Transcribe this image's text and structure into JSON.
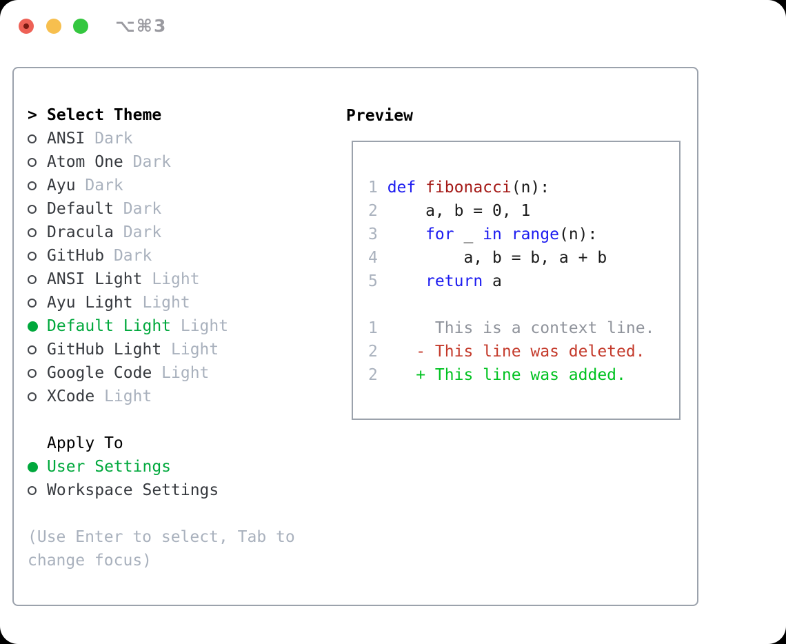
{
  "window": {
    "title": "⌥⌘3",
    "traffic_lights": [
      "close",
      "minimize",
      "zoom"
    ]
  },
  "theme_picker": {
    "header_prefix": ">",
    "header": "Select Theme",
    "items": [
      {
        "name": "ANSI",
        "variant": "Dark",
        "selected": false
      },
      {
        "name": "Atom One",
        "variant": "Dark",
        "selected": false
      },
      {
        "name": "Ayu",
        "variant": "Dark",
        "selected": false
      },
      {
        "name": "Default",
        "variant": "Dark",
        "selected": false
      },
      {
        "name": "Dracula",
        "variant": "Dark",
        "selected": false
      },
      {
        "name": "GitHub",
        "variant": "Dark",
        "selected": false
      },
      {
        "name": "ANSI Light",
        "variant": "Light",
        "selected": false
      },
      {
        "name": "Ayu Light",
        "variant": "Light",
        "selected": false
      },
      {
        "name": "Default Light",
        "variant": "Light",
        "selected": true
      },
      {
        "name": "GitHub Light",
        "variant": "Light",
        "selected": false
      },
      {
        "name": "Google Code",
        "variant": "Light",
        "selected": false
      },
      {
        "name": "XCode",
        "variant": "Light",
        "selected": false
      }
    ]
  },
  "apply_to": {
    "header": "Apply To",
    "options": [
      {
        "label": "User Settings",
        "selected": true
      },
      {
        "label": "Workspace Settings",
        "selected": false
      }
    ]
  },
  "hint": "(Use Enter to select, Tab to\nchange focus)",
  "preview": {
    "header": "Preview",
    "code_lines": [
      {
        "num": "1",
        "segments": [
          {
            "t": "def",
            "c": "kw"
          },
          {
            "t": " ",
            "c": "plain"
          },
          {
            "t": "fibonacci",
            "c": "fn"
          },
          {
            "t": "(n):",
            "c": "plain"
          }
        ]
      },
      {
        "num": "2",
        "segments": [
          {
            "t": "    a, b = 0, 1",
            "c": "plain"
          }
        ]
      },
      {
        "num": "3",
        "segments": [
          {
            "t": "    ",
            "c": "plain"
          },
          {
            "t": "for",
            "c": "kw"
          },
          {
            "t": " _ ",
            "c": "plain"
          },
          {
            "t": "in",
            "c": "kw"
          },
          {
            "t": " ",
            "c": "plain"
          },
          {
            "t": "range",
            "c": "kw"
          },
          {
            "t": "(n):",
            "c": "plain"
          }
        ]
      },
      {
        "num": "4",
        "segments": [
          {
            "t": "        a, b = b, a + b",
            "c": "plain"
          }
        ]
      },
      {
        "num": "5",
        "segments": [
          {
            "t": "    ",
            "c": "plain"
          },
          {
            "t": "return",
            "c": "kw"
          },
          {
            "t": " a",
            "c": "plain"
          }
        ]
      }
    ],
    "diff_lines": [
      {
        "num": "1",
        "segments": [
          {
            "t": "     This is a context line.",
            "c": "ctx"
          }
        ]
      },
      {
        "num": "2",
        "segments": [
          {
            "t": "   ",
            "c": "plain"
          },
          {
            "t": "- This line was deleted.",
            "c": "del"
          }
        ]
      },
      {
        "num": "2",
        "segments": [
          {
            "t": "   ",
            "c": "plain"
          },
          {
            "t": "+ This line was added.",
            "c": "add"
          }
        ]
      }
    ]
  },
  "colors": {
    "selection_green": "#00a83c",
    "diff_added_green": "#00c220",
    "diff_deleted_red": "#c43a2b",
    "keyword_blue": "#1c1bf0",
    "function_red": "#a41916",
    "muted_gray": "#a9b1bd",
    "border_gray": "#9ba2ac",
    "traffic_red": "#ee6156",
    "traffic_yellow": "#f7bf4e",
    "traffic_green": "#34c73f"
  }
}
